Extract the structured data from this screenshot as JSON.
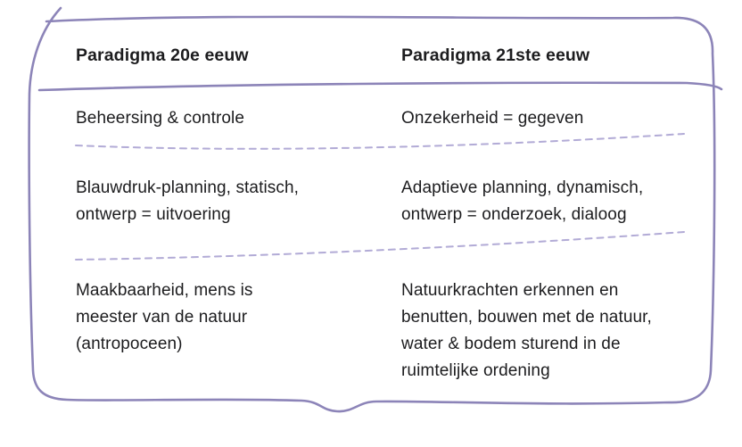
{
  "palette": {
    "border": "#8c84b8",
    "divider": "#b2abd6",
    "text": "#1c1c1e"
  },
  "table": {
    "headers": [
      "Paradigma 20e eeuw",
      "Paradigma 21ste eeuw"
    ],
    "rows": [
      {
        "left": "Beheersing & controle",
        "right": "Onzekerheid = gegeven"
      },
      {
        "left": "Blauwdruk-planning, statisch,\nontwerp = uitvoering",
        "right": "Adaptieve planning, dynamisch,\nontwerp = onderzoek, dialoog"
      },
      {
        "left": "Maakbaarheid, mens is\nmeester van de natuur\n(antropoceen)",
        "right": "Natuurkrachten erkennen en\nbenutten, bouwen met de natuur,\nwater & bodem sturend in de\nruimtelijke ordening"
      }
    ]
  }
}
